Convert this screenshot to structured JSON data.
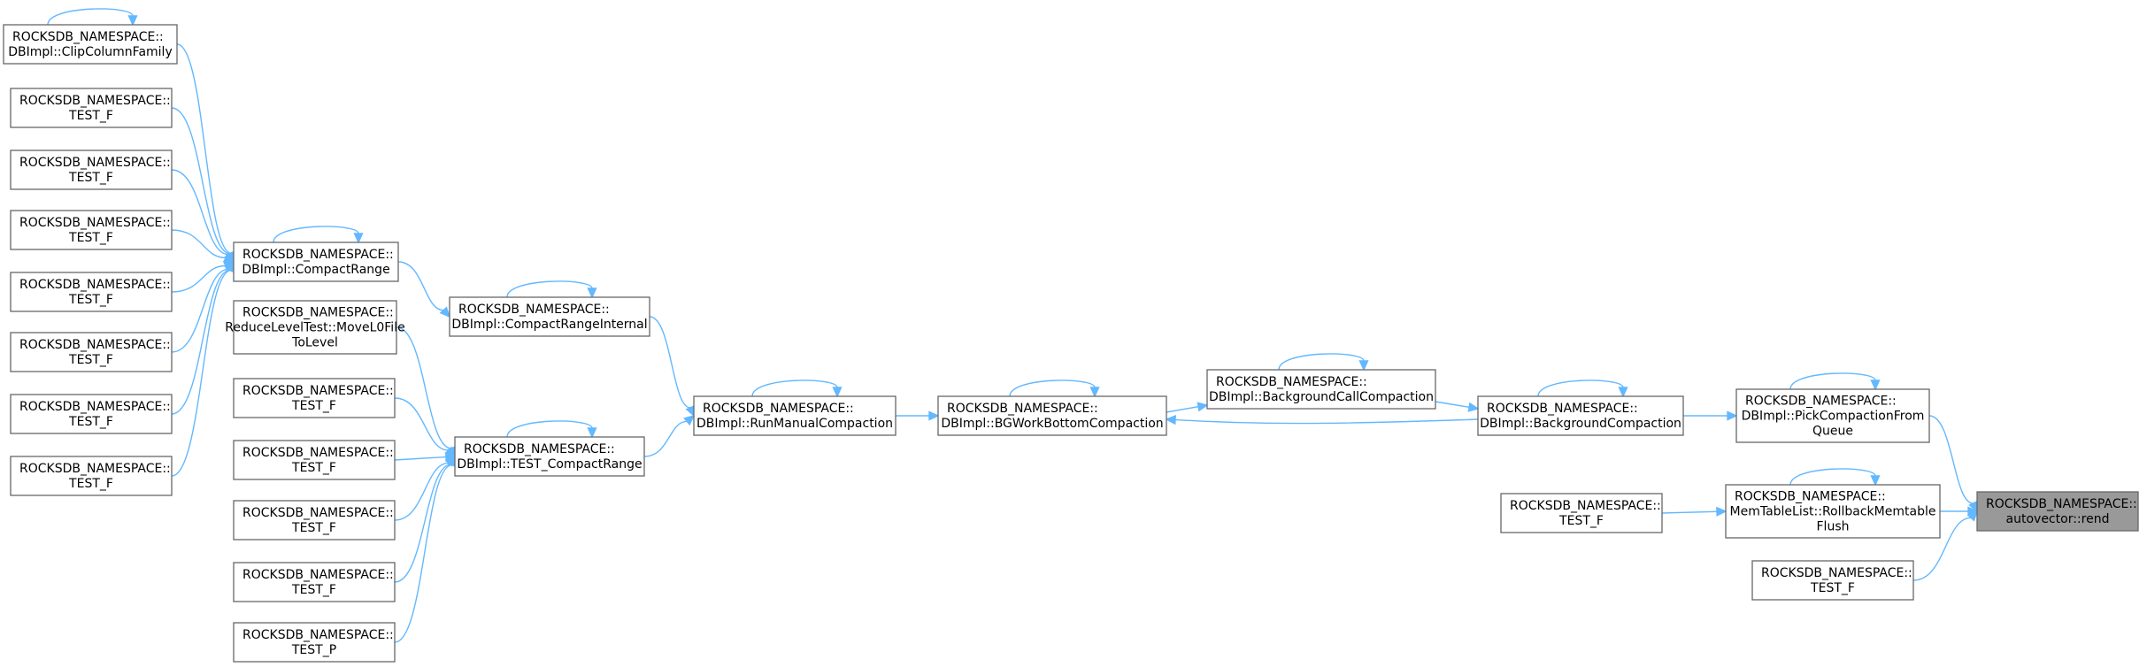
{
  "diagram": {
    "nodes": [
      {
        "id": "rend",
        "lines": [
          "ROCKSDB_NAMESPACE::",
          "autovector::rend"
        ]
      },
      {
        "id": "pick",
        "lines": [
          "ROCKSDB_NAMESPACE::",
          "DBImpl::PickCompactionFrom",
          "Queue"
        ]
      },
      {
        "id": "rollback",
        "lines": [
          "ROCKSDB_NAMESPACE::",
          "MemTableList::RollbackMemtable",
          "Flush"
        ]
      },
      {
        "id": "testf_r",
        "lines": [
          "ROCKSDB_NAMESPACE::",
          "TEST_F"
        ]
      },
      {
        "id": "bgcomp",
        "lines": [
          "ROCKSDB_NAMESPACE::",
          "DBImpl::BackgroundCompaction"
        ]
      },
      {
        "id": "testf_rb",
        "lines": [
          "ROCKSDB_NAMESPACE::",
          "TEST_F"
        ]
      },
      {
        "id": "bgcall",
        "lines": [
          "ROCKSDB_NAMESPACE::",
          "DBImpl::BackgroundCallCompaction"
        ]
      },
      {
        "id": "bgwork",
        "lines": [
          "ROCKSDB_NAMESPACE::",
          "DBImpl::BGWorkBottomCompaction"
        ]
      },
      {
        "id": "runmanual",
        "lines": [
          "ROCKSDB_NAMESPACE::",
          "DBImpl::RunManualCompaction"
        ]
      },
      {
        "id": "crinternal",
        "lines": [
          "ROCKSDB_NAMESPACE::",
          "DBImpl::CompactRangeInternal"
        ]
      },
      {
        "id": "testcr",
        "lines": [
          "ROCKSDB_NAMESPACE::",
          "DBImpl::TEST_CompactRange"
        ]
      },
      {
        "id": "cr",
        "lines": [
          "ROCKSDB_NAMESPACE::",
          "DBImpl::CompactRange"
        ]
      },
      {
        "id": "reduce",
        "lines": [
          "ROCKSDB_NAMESPACE::",
          "ReduceLevelTest::MoveL0File",
          "ToLevel"
        ]
      },
      {
        "id": "t1",
        "lines": [
          "ROCKSDB_NAMESPACE::",
          "TEST_F"
        ]
      },
      {
        "id": "t2",
        "lines": [
          "ROCKSDB_NAMESPACE::",
          "TEST_F"
        ]
      },
      {
        "id": "t3",
        "lines": [
          "ROCKSDB_NAMESPACE::",
          "TEST_F"
        ]
      },
      {
        "id": "t4",
        "lines": [
          "ROCKSDB_NAMESPACE::",
          "TEST_F"
        ]
      },
      {
        "id": "t5",
        "lines": [
          "ROCKSDB_NAMESPACE::",
          "TEST_P"
        ]
      },
      {
        "id": "clip",
        "lines": [
          "ROCKSDB_NAMESPACE::",
          "DBImpl::ClipColumnFamily"
        ]
      },
      {
        "id": "l1",
        "lines": [
          "ROCKSDB_NAMESPACE::",
          "TEST_F"
        ]
      },
      {
        "id": "l2",
        "lines": [
          "ROCKSDB_NAMESPACE::",
          "TEST_F"
        ]
      },
      {
        "id": "l3",
        "lines": [
          "ROCKSDB_NAMESPACE::",
          "TEST_F"
        ]
      },
      {
        "id": "l4",
        "lines": [
          "ROCKSDB_NAMESPACE::",
          "TEST_F"
        ]
      },
      {
        "id": "l5",
        "lines": [
          "ROCKSDB_NAMESPACE::",
          "TEST_F"
        ]
      },
      {
        "id": "l6",
        "lines": [
          "ROCKSDB_NAMESPACE::",
          "TEST_F"
        ]
      },
      {
        "id": "l7",
        "lines": [
          "ROCKSDB_NAMESPACE::",
          "TEST_F"
        ]
      }
    ],
    "edges": [
      [
        "pick",
        "rend"
      ],
      [
        "rollback",
        "rend"
      ],
      [
        "testf_r",
        "rend"
      ],
      [
        "bgcomp",
        "pick"
      ],
      [
        "testf_rb",
        "rollback"
      ],
      [
        "bgcall",
        "bgcomp"
      ],
      [
        "bgwork",
        "bgcall"
      ],
      [
        "bgcomp",
        "bgwork"
      ],
      [
        "runmanual",
        "bgwork"
      ],
      [
        "crinternal",
        "runmanual"
      ],
      [
        "testcr",
        "runmanual"
      ],
      [
        "cr",
        "crinternal"
      ],
      [
        "reduce",
        "testcr"
      ],
      [
        "t1",
        "testcr"
      ],
      [
        "t2",
        "testcr"
      ],
      [
        "t3",
        "testcr"
      ],
      [
        "t4",
        "testcr"
      ],
      [
        "t5",
        "testcr"
      ],
      [
        "clip",
        "cr"
      ],
      [
        "l1",
        "cr"
      ],
      [
        "l2",
        "cr"
      ],
      [
        "l3",
        "cr"
      ],
      [
        "l4",
        "cr"
      ],
      [
        "l5",
        "cr"
      ],
      [
        "l6",
        "cr"
      ],
      [
        "l7",
        "cr"
      ],
      [
        "pick",
        "pick"
      ],
      [
        "rollback",
        "rollback"
      ],
      [
        "bgcomp",
        "bgcomp"
      ],
      [
        "bgcall",
        "bgcall"
      ],
      [
        "bgwork",
        "bgwork"
      ],
      [
        "runmanual",
        "runmanual"
      ],
      [
        "crinternal",
        "crinternal"
      ],
      [
        "testcr",
        "testcr"
      ],
      [
        "cr",
        "cr"
      ],
      [
        "clip",
        "clip"
      ]
    ],
    "focus_node": "rend",
    "colors": {
      "edge": "#63b8ff",
      "node_border": "#666666",
      "focus_fill": "#999999"
    }
  }
}
